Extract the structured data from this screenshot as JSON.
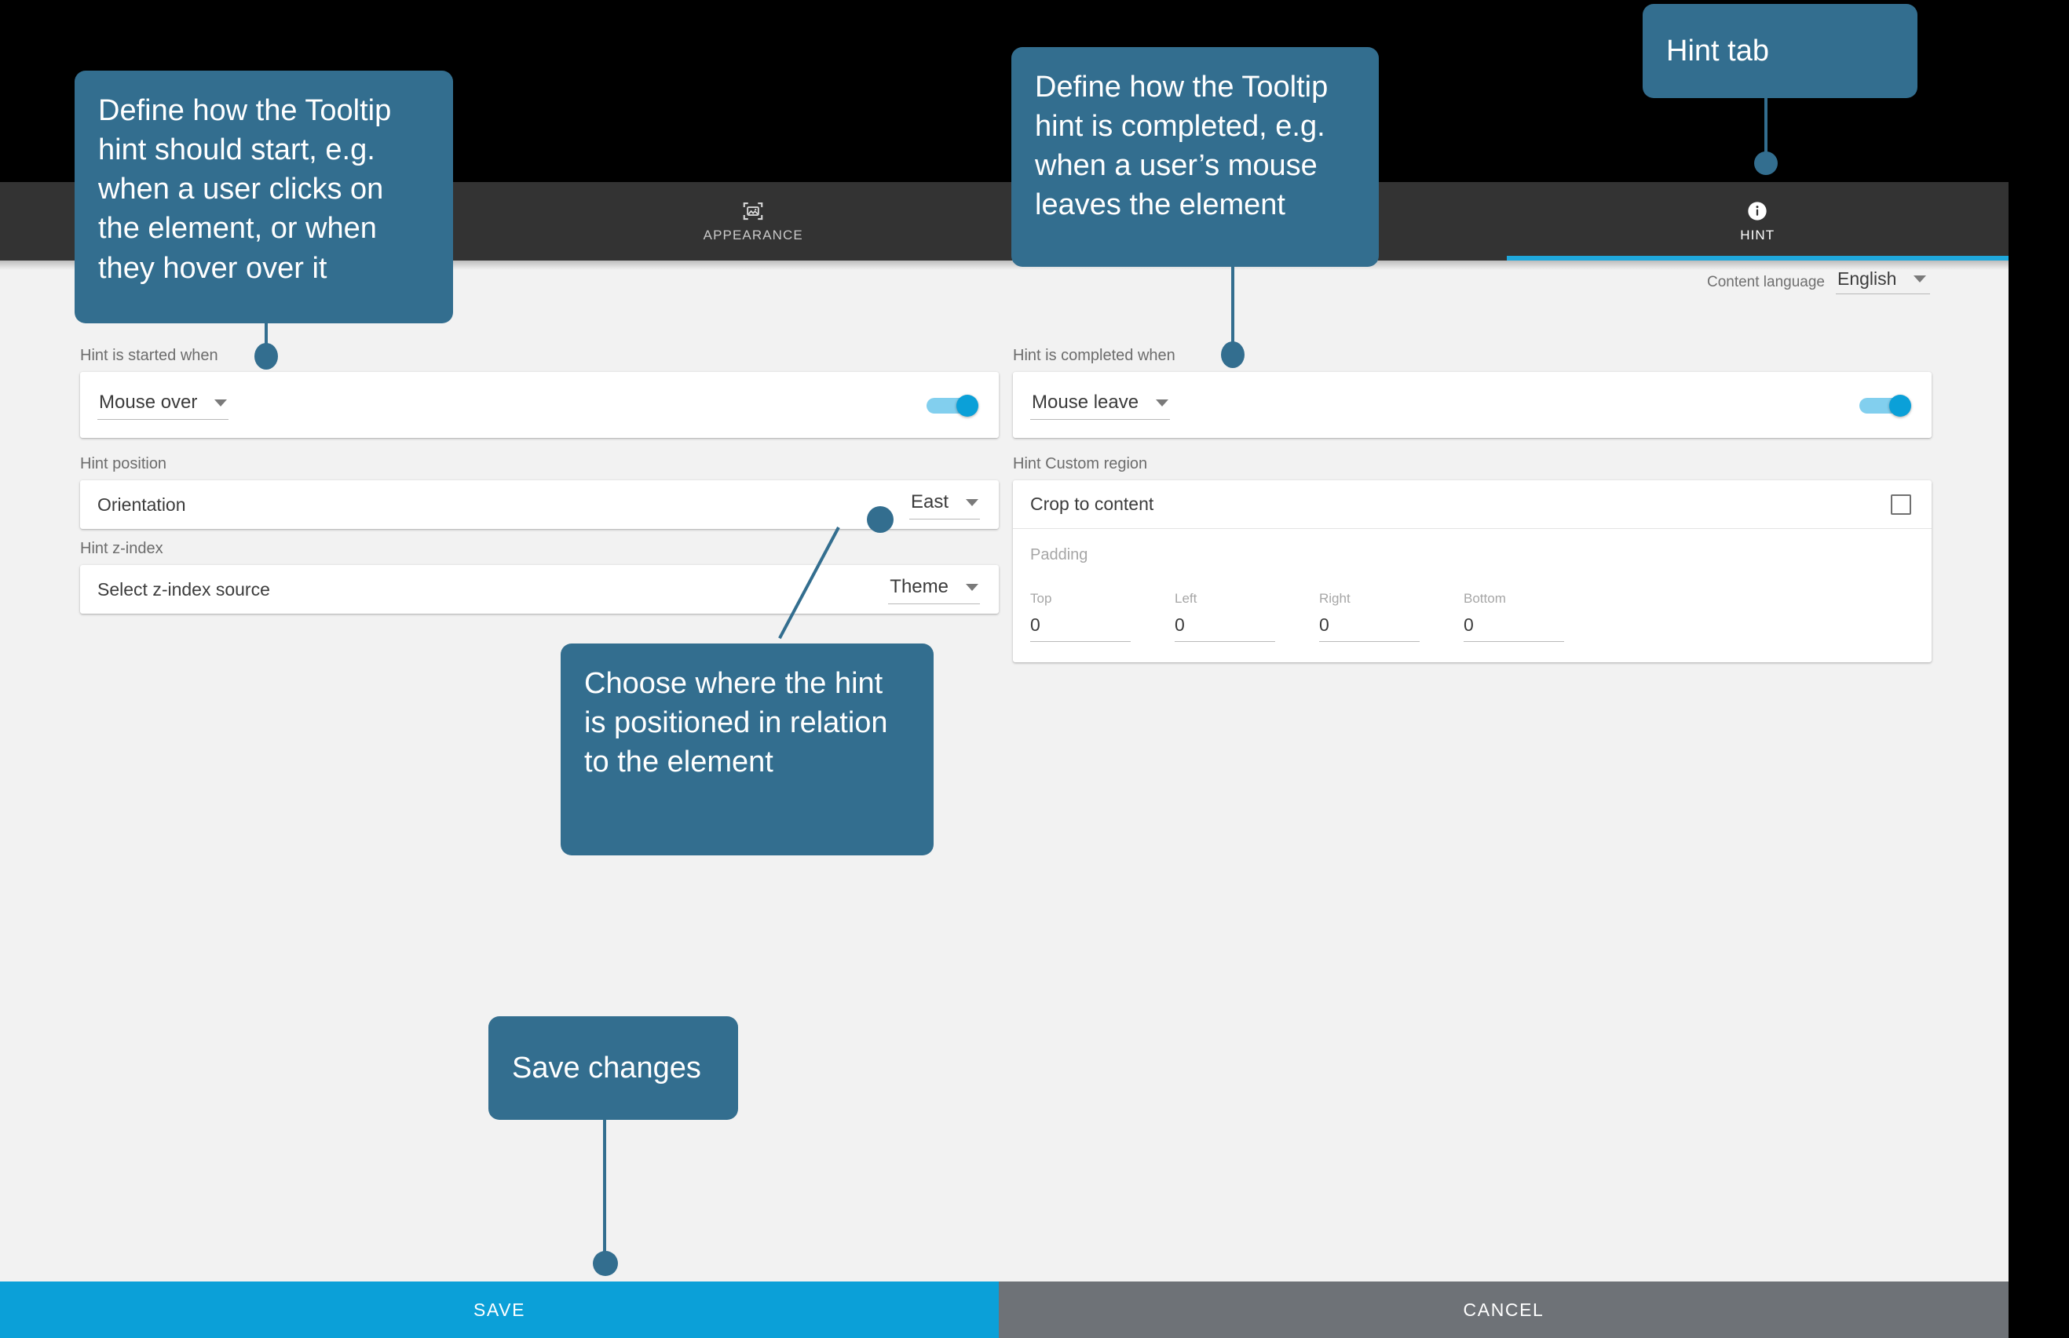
{
  "nav": {
    "tabs": [
      {
        "label": "",
        "icon": "",
        "active": false
      },
      {
        "label": "APPEARANCE",
        "icon": "image-frame-icon",
        "active": false
      },
      {
        "label": "",
        "icon": "",
        "active": false
      },
      {
        "label": "HINT",
        "icon": "info-circle-icon",
        "active": true
      }
    ]
  },
  "language": {
    "label": "Content language",
    "value": "English"
  },
  "left": {
    "started_label": "Hint is started when",
    "started_value": "Mouse over",
    "started_toggle_on": true,
    "position_label": "Hint position",
    "position_placeholder": "Orientation",
    "position_value": "East",
    "zindex_label": "Hint z-index",
    "zindex_placeholder": "Select z-index source",
    "zindex_value": "Theme"
  },
  "right": {
    "completed_label": "Hint is completed when",
    "completed_value": "Mouse leave",
    "completed_toggle_on": true,
    "region_label": "Hint Custom region",
    "crop_label": "Crop to content",
    "crop_checked": false,
    "padding_title": "Padding",
    "padding": [
      {
        "caption": "Top",
        "value": "0"
      },
      {
        "caption": "Left",
        "value": "0"
      },
      {
        "caption": "Right",
        "value": "0"
      },
      {
        "caption": "Bottom",
        "value": "0"
      }
    ]
  },
  "actions": {
    "save": "SAVE",
    "cancel": "CANCEL"
  },
  "annotations": {
    "started": "Define how the Tooltip hint should start, e.g. when a user clicks on the element, or when they hover over it",
    "completed": "Define how the Tooltip hint is completed, e.g. when a user’s mouse leaves the element",
    "position": "Choose where the hint is positioned in relation to the element",
    "save": "Save changes",
    "hint_tab": "Hint tab"
  },
  "colors": {
    "callout": "#336e8f",
    "accent": "#0ba0d8",
    "navbar": "#333333",
    "cancel": "#6e7277"
  }
}
